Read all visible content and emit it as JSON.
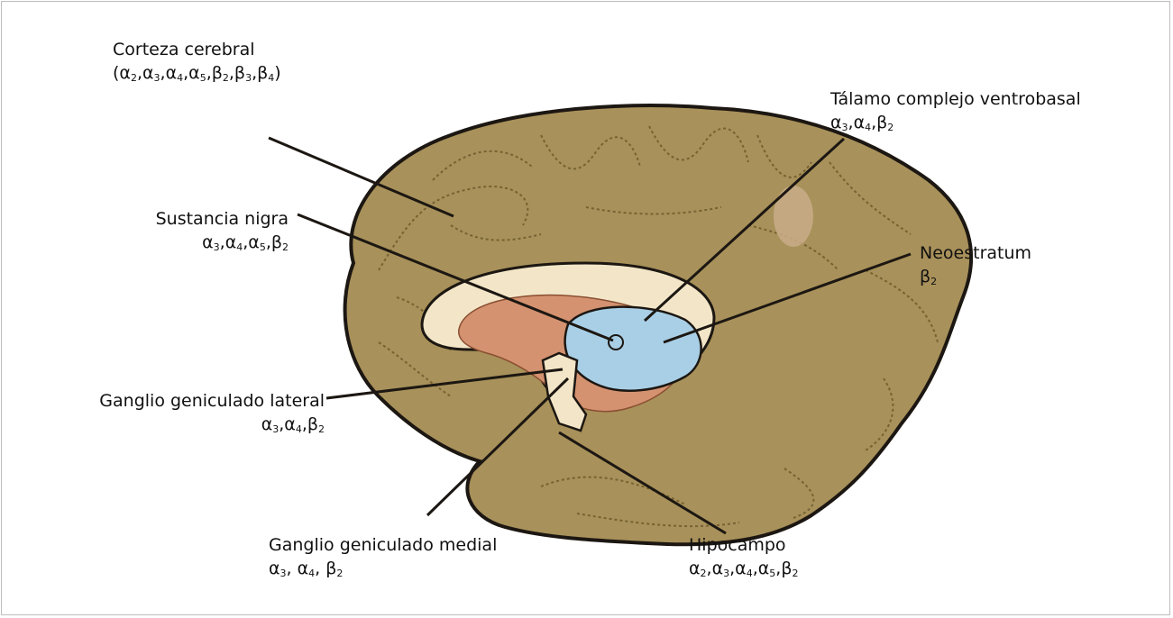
{
  "labels": {
    "corteza": {
      "name": "Corteza cerebral",
      "subs": "(α2,α3,α4,α5,β2,β3,β4)"
    },
    "talamo": {
      "name": "Tálamo complejo ventrobasal",
      "subs": "α3,α4,β2"
    },
    "sustancia": {
      "name": "Sustancia nigra",
      "subs": "α3,α4,α5,β2"
    },
    "neoestratum": {
      "name": "Neoestratum",
      "subs": "β2"
    },
    "ganglio_lateral": {
      "name": "Ganglio geniculado lateral",
      "subs": "α3,α4,β2"
    },
    "ganglio_medial": {
      "name": "Ganglio geniculado medial",
      "subs": "α3, α4, β2"
    },
    "hipocampo": {
      "name": "Hipocampo",
      "subs": "α2,α3,α4,α5,β2"
    }
  },
  "colors": {
    "brain": "#a8915a",
    "brain_dark": "#6e5a2c",
    "outline": "#1c1712",
    "corpus_callosum": "#f3e6c8",
    "striatum": "#d49270",
    "thalamus": "#a9cfe6"
  }
}
